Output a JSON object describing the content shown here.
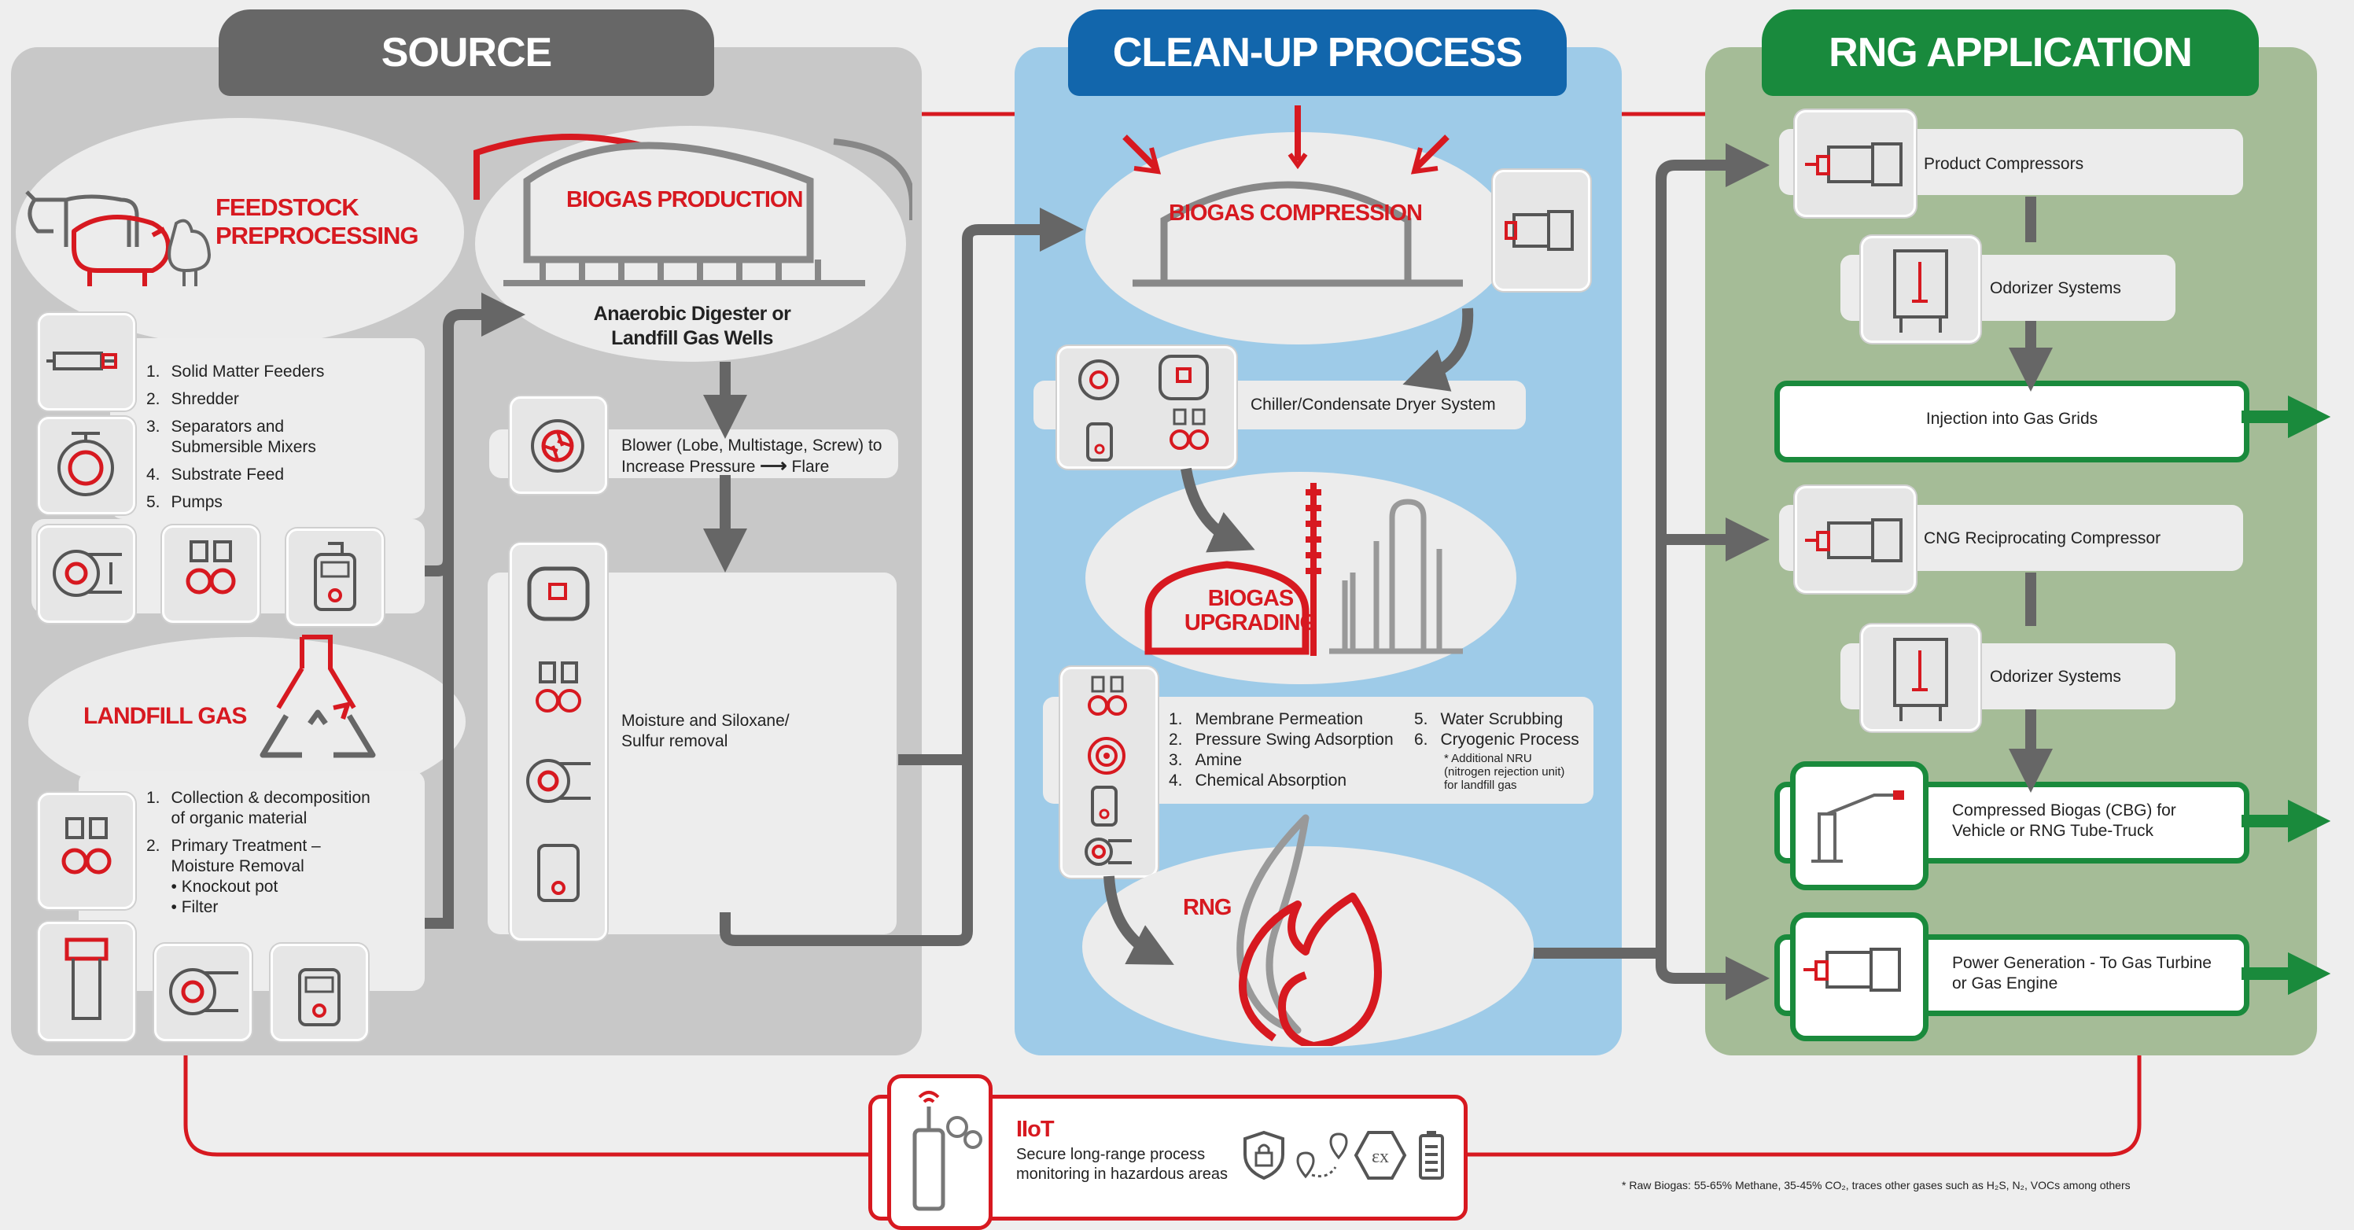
{
  "colors": {
    "red": "#d71920",
    "gray_header": "#676767",
    "blue_header": "#1266ac",
    "green_header": "#198a3d",
    "blue_panel": "#9ecbe8",
    "green_panel": "#a5bc97",
    "gray_panel": "#c8c8c8"
  },
  "sections": {
    "source": "SOURCE",
    "cleanup": "CLEAN-UP PROCESS",
    "rng_app": "RNG APPLICATION"
  },
  "source": {
    "feedstock_title_1": "FEEDSTOCK",
    "feedstock_title_2": "PREPROCESSING",
    "feedstock_items": [
      "Solid Matter Feeders",
      "Shredder",
      "Separators and",
      "Submersible Mixers",
      "Substrate Feed",
      "Pumps"
    ],
    "feedstock_nums": [
      "1.",
      "2.",
      "3.",
      "4.",
      "5."
    ],
    "landfill_title": "LANDFILL GAS",
    "landfill_item1_a": "Collection & decomposition",
    "landfill_item1_b": "of organic material",
    "landfill_item2_a": "Primary Treatment –",
    "landfill_item2_b": "Moisture Removal",
    "landfill_bullet1": "• Knockout pot",
    "landfill_bullet2": "• Filter",
    "landfill_nums": [
      "1.",
      "2."
    ],
    "biogas_production": "BIOGAS PRODUCTION",
    "digester_1": "Anaerobic Digester or",
    "digester_2": "Landfill Gas Wells",
    "blower_1": "Blower (Lobe, Multistage, Screw) to",
    "blower_2": "Increase Pressure",
    "blower_flare": "Flare",
    "moisture_1": "Moisture and Siloxane/",
    "moisture_2": "Sulfur removal"
  },
  "cleanup": {
    "compression": "BIOGAS COMPRESSION",
    "chiller": "Chiller/Condensate Dryer System",
    "upgrading_1": "BIOGAS",
    "upgrading_2": "UPGRADING",
    "methods_left": [
      "Membrane Permeation",
      "Pressure Swing Adsorption",
      "Amine",
      "Chemical Absorption"
    ],
    "methods_left_nums": [
      "1.",
      "2.",
      "3.",
      "4."
    ],
    "methods_right": [
      "Water Scrubbing",
      "Cryogenic Process"
    ],
    "methods_right_nums": [
      "5.",
      "6."
    ],
    "nru_note_1": "* Additional NRU",
    "nru_note_2": "(nitrogen rejection unit)",
    "nru_note_3": "for landfill gas",
    "rng": "RNG"
  },
  "rng_app": {
    "product_compressors": "Product Compressors",
    "odorizer_1": "Odorizer Systems",
    "injection": "Injection into Gas Grids",
    "cng": "CNG Reciprocating Compressor",
    "odorizer_2": "Odorizer Systems",
    "cbg_1": "Compressed Biogas (CBG) for",
    "cbg_2": "Vehicle or RNG Tube-Truck",
    "power_1": "Power Generation - To Gas Turbine",
    "power_2": "or Gas Engine"
  },
  "iiot": {
    "title": "IIoT",
    "desc_1": "Secure long-range process",
    "desc_2": "monitoring in hazardous areas",
    "icons": [
      "lock-shield-icon",
      "location-route-icon",
      "ex-hazard-icon",
      "battery-icon"
    ]
  },
  "footnote": "*  Raw Biogas: 55-65% Methane, 35-45% CO₂, traces other gases such as H₂S, N₂, VOCs among others"
}
